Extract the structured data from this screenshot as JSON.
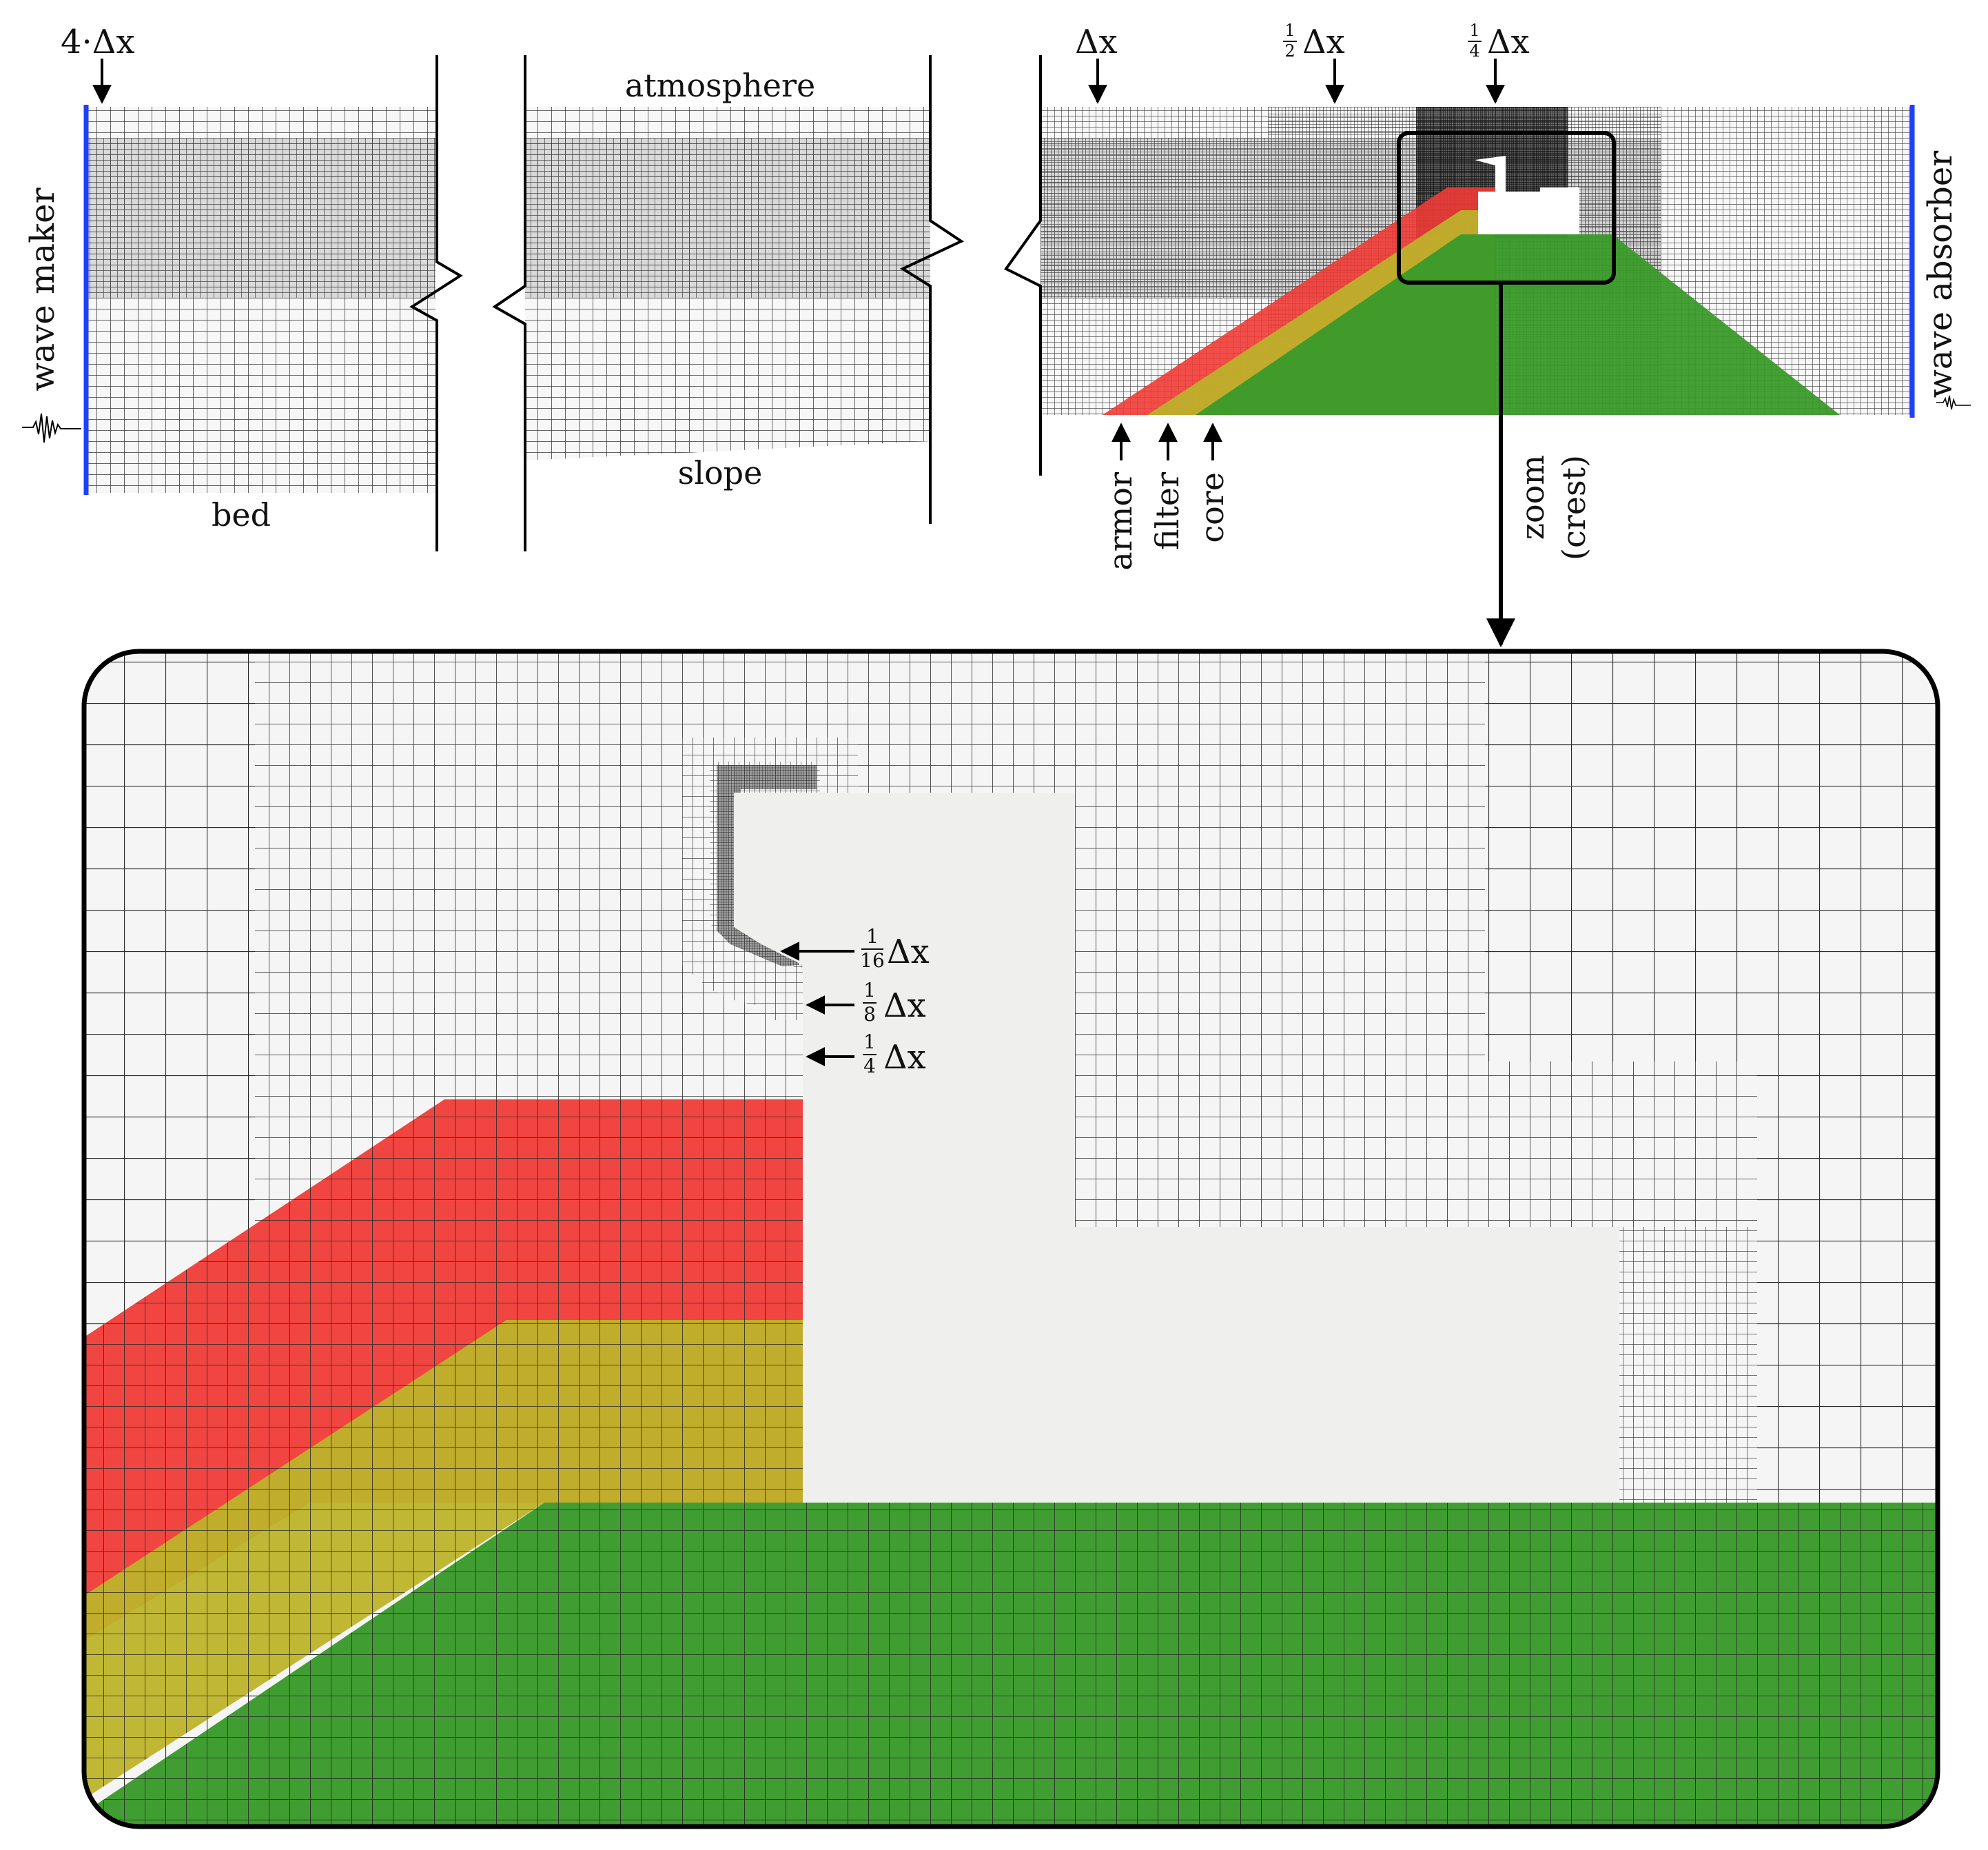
{
  "top_panel": {
    "coarse_spacing": "4·Δx",
    "fine_spacing": "Δx",
    "half_spacing": {
      "num": "1",
      "den": "2",
      "suffix": "Δx"
    },
    "quarter_spacing": {
      "num": "1",
      "den": "4",
      "suffix": "Δx"
    },
    "atmosphere": "atmosphere",
    "bed": "bed",
    "slope": "slope",
    "wave_maker": "wave maker",
    "wave_absorber": "wave absorber",
    "layers": [
      "armor",
      "filter",
      "core"
    ],
    "zoom_line1": "zoom",
    "zoom_line2": "(crest)"
  },
  "zoom_panel": {
    "spacing_sixteenth": {
      "num": "1",
      "den": "16",
      "suffix": "Δx"
    },
    "spacing_eighth": {
      "num": "1",
      "den": "8",
      "suffix": "Δx"
    },
    "spacing_quarter": {
      "num": "1",
      "den": "4",
      "suffix": "Δx"
    }
  },
  "colors": {
    "boundary": "#1f3fff",
    "armor": "#ef3b36",
    "filter": "#bdb32a",
    "core": "#3a9a2a",
    "crown_wall": "#efefed",
    "mesh_line": "#2a2a2a"
  }
}
